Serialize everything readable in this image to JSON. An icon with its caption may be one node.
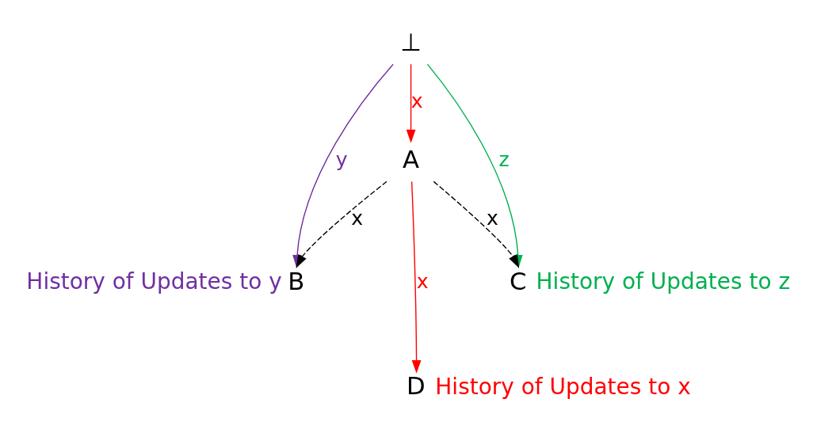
{
  "diagram": {
    "nodes": [
      {
        "text": [
          "⊥"
        ]
      },
      {
        "text": [
          "A"
        ]
      },
      {
        "text": [
          "B"
        ],
        "beside": [
          "History of Updates to y"
        ]
      },
      {
        "text": [
          "C"
        ],
        "beside": [
          "History of Updates to z"
        ]
      },
      {
        "text": [
          "D"
        ],
        "beside": [
          "History of Updates to x"
        ]
      }
    ],
    "edges": [
      {
        "from": 0,
        "to": 2,
        "arrow": "to",
        "label": "y",
        "color": "#7030a0"
      },
      {
        "from": 0,
        "to": 1,
        "arrow": "to",
        "label": "x",
        "color": "#ff0000"
      },
      {
        "from": 0,
        "to": 3,
        "arrow": "to",
        "label": "z",
        "color": "#00b050"
      },
      {
        "from": 1,
        "to": 2,
        "arrow": "to",
        "label": "x",
        "style": "dashed",
        "color": "#000000"
      },
      {
        "from": 1,
        "to": 3,
        "arrow": "to",
        "label": "x",
        "style": "dashed",
        "color": "#000000"
      },
      {
        "from": 1,
        "to": 4,
        "arrow": "to",
        "label": "x",
        "color": "#ff0000"
      }
    ]
  }
}
